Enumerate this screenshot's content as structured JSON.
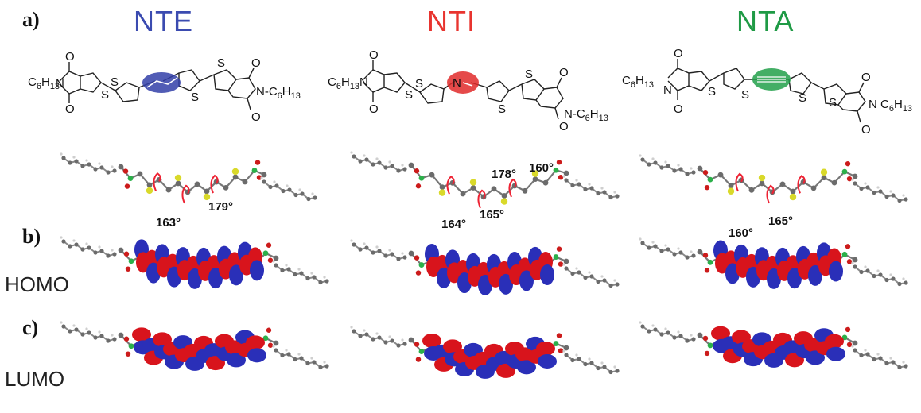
{
  "panels": {
    "a": "a)",
    "b": "b)",
    "c": "c)"
  },
  "molecules": [
    {
      "name": "NTE",
      "color": "#3b4bb0",
      "bridge_color": "#3340a8",
      "angles": [
        "163°",
        "179°"
      ]
    },
    {
      "name": "NTI",
      "color": "#e8342f",
      "bridge_color": "#e02a2a",
      "angles": [
        "164°",
        "165°",
        "178°",
        "160°"
      ]
    },
    {
      "name": "NTA",
      "color": "#1f9a45",
      "bridge_color": "#22a04a",
      "angles": [
        "160°",
        "165°"
      ]
    }
  ],
  "rows": {
    "homo": "HOMO",
    "lumo": "LUMO"
  },
  "chem_labels": {
    "alkyl_main": "C",
    "alkyl_sub_6": "6",
    "alkyl_h": "H",
    "alkyl_sub_13": "13",
    "N": "N",
    "O": "O",
    "S": "S"
  },
  "colors": {
    "homo_red": "#d8141c",
    "homo_blue": "#2a2fb8",
    "carbon": "#6b6b6b",
    "sulfur": "#d9d92a",
    "oxygen": "#cc1b1b",
    "nitrogen": "#2bb04a",
    "hydrogen": "#cfcfcf"
  }
}
